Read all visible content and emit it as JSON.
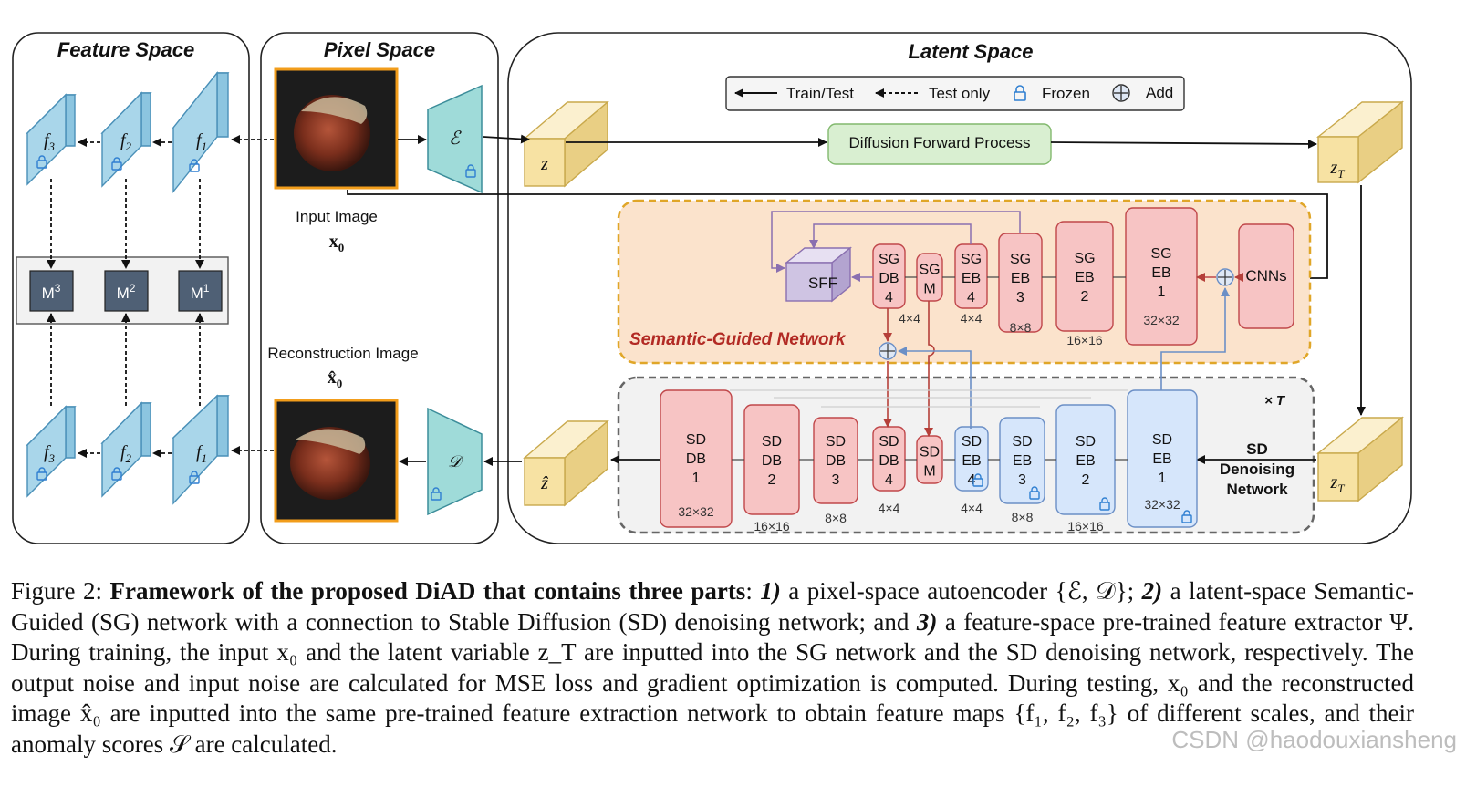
{
  "panels": {
    "feature_space": "Feature Space",
    "pixel_space": "Pixel Space",
    "latent_space": "Latent Space"
  },
  "legend": {
    "train_test": "Train/Test",
    "test_only": "Test only",
    "frozen": "Frozen",
    "add": "Add"
  },
  "feature": {
    "maps": [
      "f",
      "f",
      "f"
    ],
    "subs": [
      "3",
      "2",
      "1"
    ],
    "m_blocks": [
      {
        "base": "M",
        "sup": "3"
      },
      {
        "base": "M",
        "sup": "2"
      },
      {
        "base": "M",
        "sup": "1"
      }
    ]
  },
  "pixel": {
    "input_label": "Input Image",
    "input_var": "x",
    "input_sub": "0",
    "recon_label": "Reconstruction Image",
    "recon_var": "x̂",
    "recon_sub": "0",
    "encoder": "ℰ",
    "decoder": "𝒟"
  },
  "latent": {
    "z": "z",
    "z_hat": "ẑ",
    "z_t_base": "z",
    "z_t_sub": "T",
    "forward_process": "Diffusion Forward Process",
    "sg_network": "Semantic-Guided Network",
    "times_t": "× T",
    "sd_network": [
      "SD",
      "Denoising",
      "Network"
    ],
    "sff": "SFF",
    "cnns": "CNNs"
  },
  "sg_blocks": [
    {
      "lines": [
        "SG",
        "DB",
        "4"
      ],
      "res": "4×4"
    },
    {
      "lines": [
        "SG",
        "M"
      ],
      "res": ""
    },
    {
      "lines": [
        "SG",
        "EB",
        "4"
      ],
      "res": "4×4"
    },
    {
      "lines": [
        "SG",
        "EB",
        "3"
      ],
      "res": "8×8"
    },
    {
      "lines": [
        "SG",
        "EB",
        "2"
      ],
      "res": "16×16"
    },
    {
      "lines": [
        "SG",
        "EB",
        "1"
      ],
      "res": "32×32"
    }
  ],
  "sd_blocks": [
    {
      "lines": [
        "SD",
        "DB",
        "1"
      ],
      "res": "32×32"
    },
    {
      "lines": [
        "SD",
        "DB",
        "2"
      ],
      "res": "16×16"
    },
    {
      "lines": [
        "SD",
        "DB",
        "3"
      ],
      "res": "8×8"
    },
    {
      "lines": [
        "SD",
        "DB",
        "4"
      ],
      "res": "4×4"
    },
    {
      "lines": [
        "SD",
        "M"
      ],
      "res": ""
    },
    {
      "lines": [
        "SD",
        "EB",
        "4"
      ],
      "res": "4×4"
    },
    {
      "lines": [
        "SD",
        "EB",
        "3"
      ],
      "res": "8×8"
    },
    {
      "lines": [
        "SD",
        "EB",
        "2"
      ],
      "res": "16×16"
    },
    {
      "lines": [
        "SD",
        "EB",
        "1"
      ],
      "res": "32×32"
    }
  ],
  "caption": {
    "fig": "Figure 2: ",
    "bold": "Framework of the proposed DiAD that contains three parts",
    "p1": ": ",
    "n1": "1)",
    "p2": " a pixel-space autoencoder {ℰ, 𝒟}; ",
    "n2": "2)",
    "p3": " a latent-space Semantic-Guided (SG) network with a connection to Stable Diffusion (SD) denoising network; and ",
    "n3": "3)",
    "p4": " a feature-space pre-trained feature extractor Ψ. During training, the input x₀ and the latent variable z_T are inputted into the SG network and the SD denoising network, respectively. The output noise and input noise are calculated for MSE loss and gradient optimization is computed. During testing, x₀ and the reconstructed image x̂₀ are inputted into the same pre-trained feature extraction network to obtain feature maps {f₁, f₂, f₃} of different scales, and their anomaly scores 𝒮 are calculated."
  },
  "watermark": "CSDN @haodouxiansheng"
}
